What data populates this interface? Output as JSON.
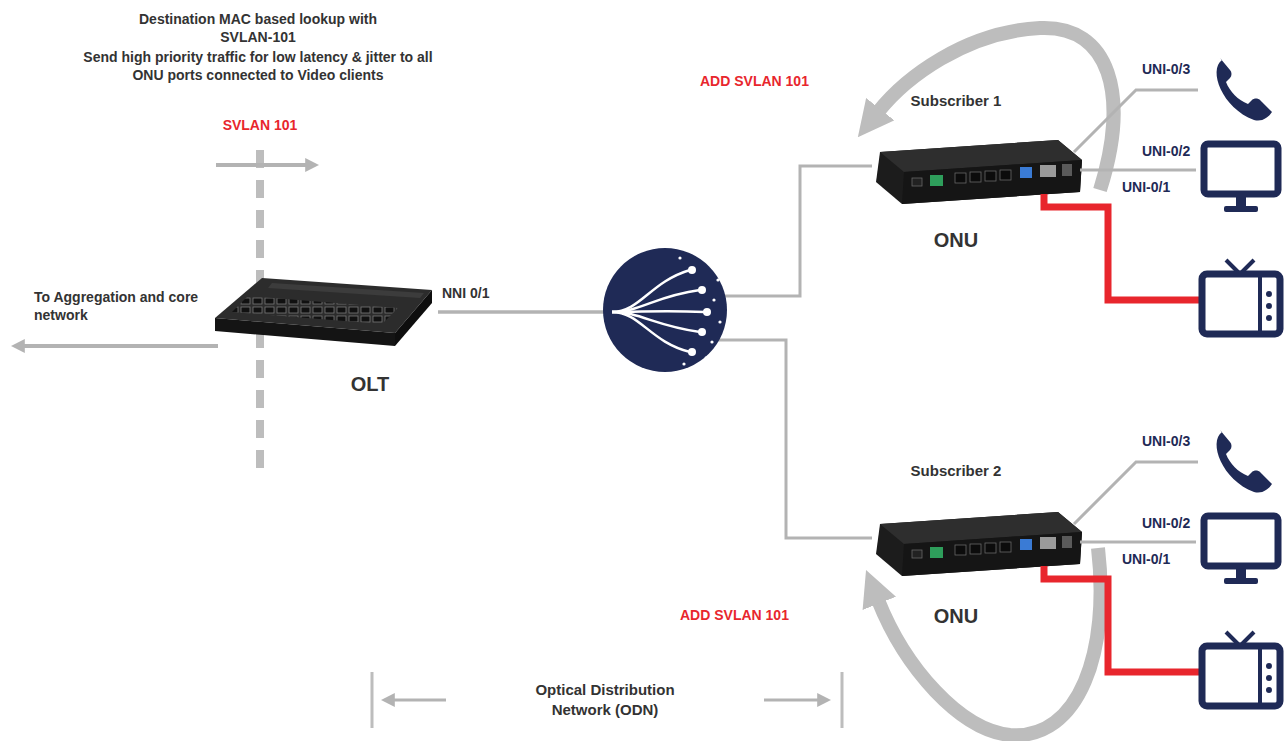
{
  "diagram": {
    "nodes": [
      {
        "text": [
          "OLT"
        ]
      },
      {
        "text": [
          "Subscriber 1",
          "ONU"
        ]
      },
      {
        "text": [
          "Subscriber 2",
          "ONU"
        ]
      }
    ],
    "edges": [
      {
        "from": 0,
        "to": 1,
        "arrow": "none"
      },
      {
        "from": 0,
        "to": 2,
        "arrow": "none"
      }
    ],
    "labels": [
      "Destination MAC based lookup with SVLAN-101",
      "Send high priority traffic for low latency & jitter to all ONU ports connected to Video clients",
      "SVLAN 101",
      "ADD SVLAN 101",
      "UNI-0/3",
      "UNI-0/2",
      "UNI-0/1",
      "To Aggregation and core network",
      "NNI 0/1",
      "UNI-0/3",
      "UNI-0/2",
      "UNI-0/1",
      "ADD SVLAN 101",
      "Optical Distribution Network (ODN)"
    ]
  }
}
